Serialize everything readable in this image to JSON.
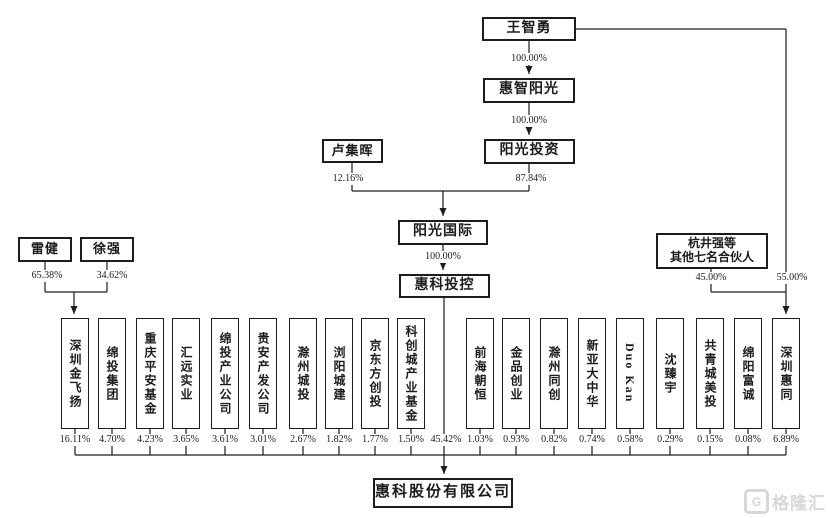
{
  "diagram": {
    "top_chain": {
      "wang_zhiyong": "王智勇",
      "pct_wang_to_huizhi": "100.00%",
      "huizhi_yangguang": "惠智阳光",
      "pct_huizhi_to_touzi": "100.00%",
      "yangguang_touzi": "阳光投资",
      "pct_touzi_to_guoji": "87.84%",
      "lu_jihui": "卢集晖",
      "pct_lu_to_guoji": "12.16%",
      "yangguang_guoji": "阳光国际",
      "pct_guoji_to_toukong": "100.00%",
      "huike_toukong": "惠科投控",
      "pct_toukong_to_company": "45.42%"
    },
    "left_group": {
      "lei_jian": "雷健",
      "pct_lei_jian": "65.38%",
      "xu_qiang": "徐强",
      "pct_xu_qiang": "34.62%"
    },
    "right_group": {
      "partners_line1": "杭井强等",
      "partners_line2": "其他七名合伙人",
      "pct_partners": "45.00%",
      "pct_wang_direct": "55.00%"
    },
    "shareholders": [
      {
        "name": "深圳金飞扬",
        "pct": "16.11%"
      },
      {
        "name": "绵投集团",
        "pct": "4.70%"
      },
      {
        "name": "重庆平安基金",
        "pct": "4.23%"
      },
      {
        "name": "汇远实业",
        "pct": "3.65%"
      },
      {
        "name": "绵投产业公司",
        "pct": "3.61%"
      },
      {
        "name": "贵安产发公司",
        "pct": "3.01%"
      },
      {
        "name": "滁州城投",
        "pct": "2.67%"
      },
      {
        "name": "浏阳城建",
        "pct": "1.82%"
      },
      {
        "name": "京东方创投",
        "pct": "1.77%"
      },
      {
        "name": "科创城产业基金",
        "pct": "1.50%"
      },
      {
        "name": "前海朝恒",
        "pct": "1.03%"
      },
      {
        "name": "金品创业",
        "pct": "0.93%"
      },
      {
        "name": "滁州同创",
        "pct": "0.82%"
      },
      {
        "name": "新亚大中华",
        "pct": "0.74%"
      },
      {
        "name": "Duo Kan",
        "pct": "0.58%"
      },
      {
        "name": "沈臻宇",
        "pct": "0.29%"
      },
      {
        "name": "共青城美投",
        "pct": "0.15%"
      },
      {
        "name": "绵阳富诚",
        "pct": "0.08%"
      },
      {
        "name": "深圳惠同",
        "pct": "6.89%"
      }
    ],
    "company": "惠科股份有限公司",
    "watermark": {
      "logo": "G",
      "text": "格隆汇"
    },
    "colors": {
      "line": "#1c1c1c",
      "background": "#ffffff",
      "watermark": "#d7d7d7"
    }
  }
}
